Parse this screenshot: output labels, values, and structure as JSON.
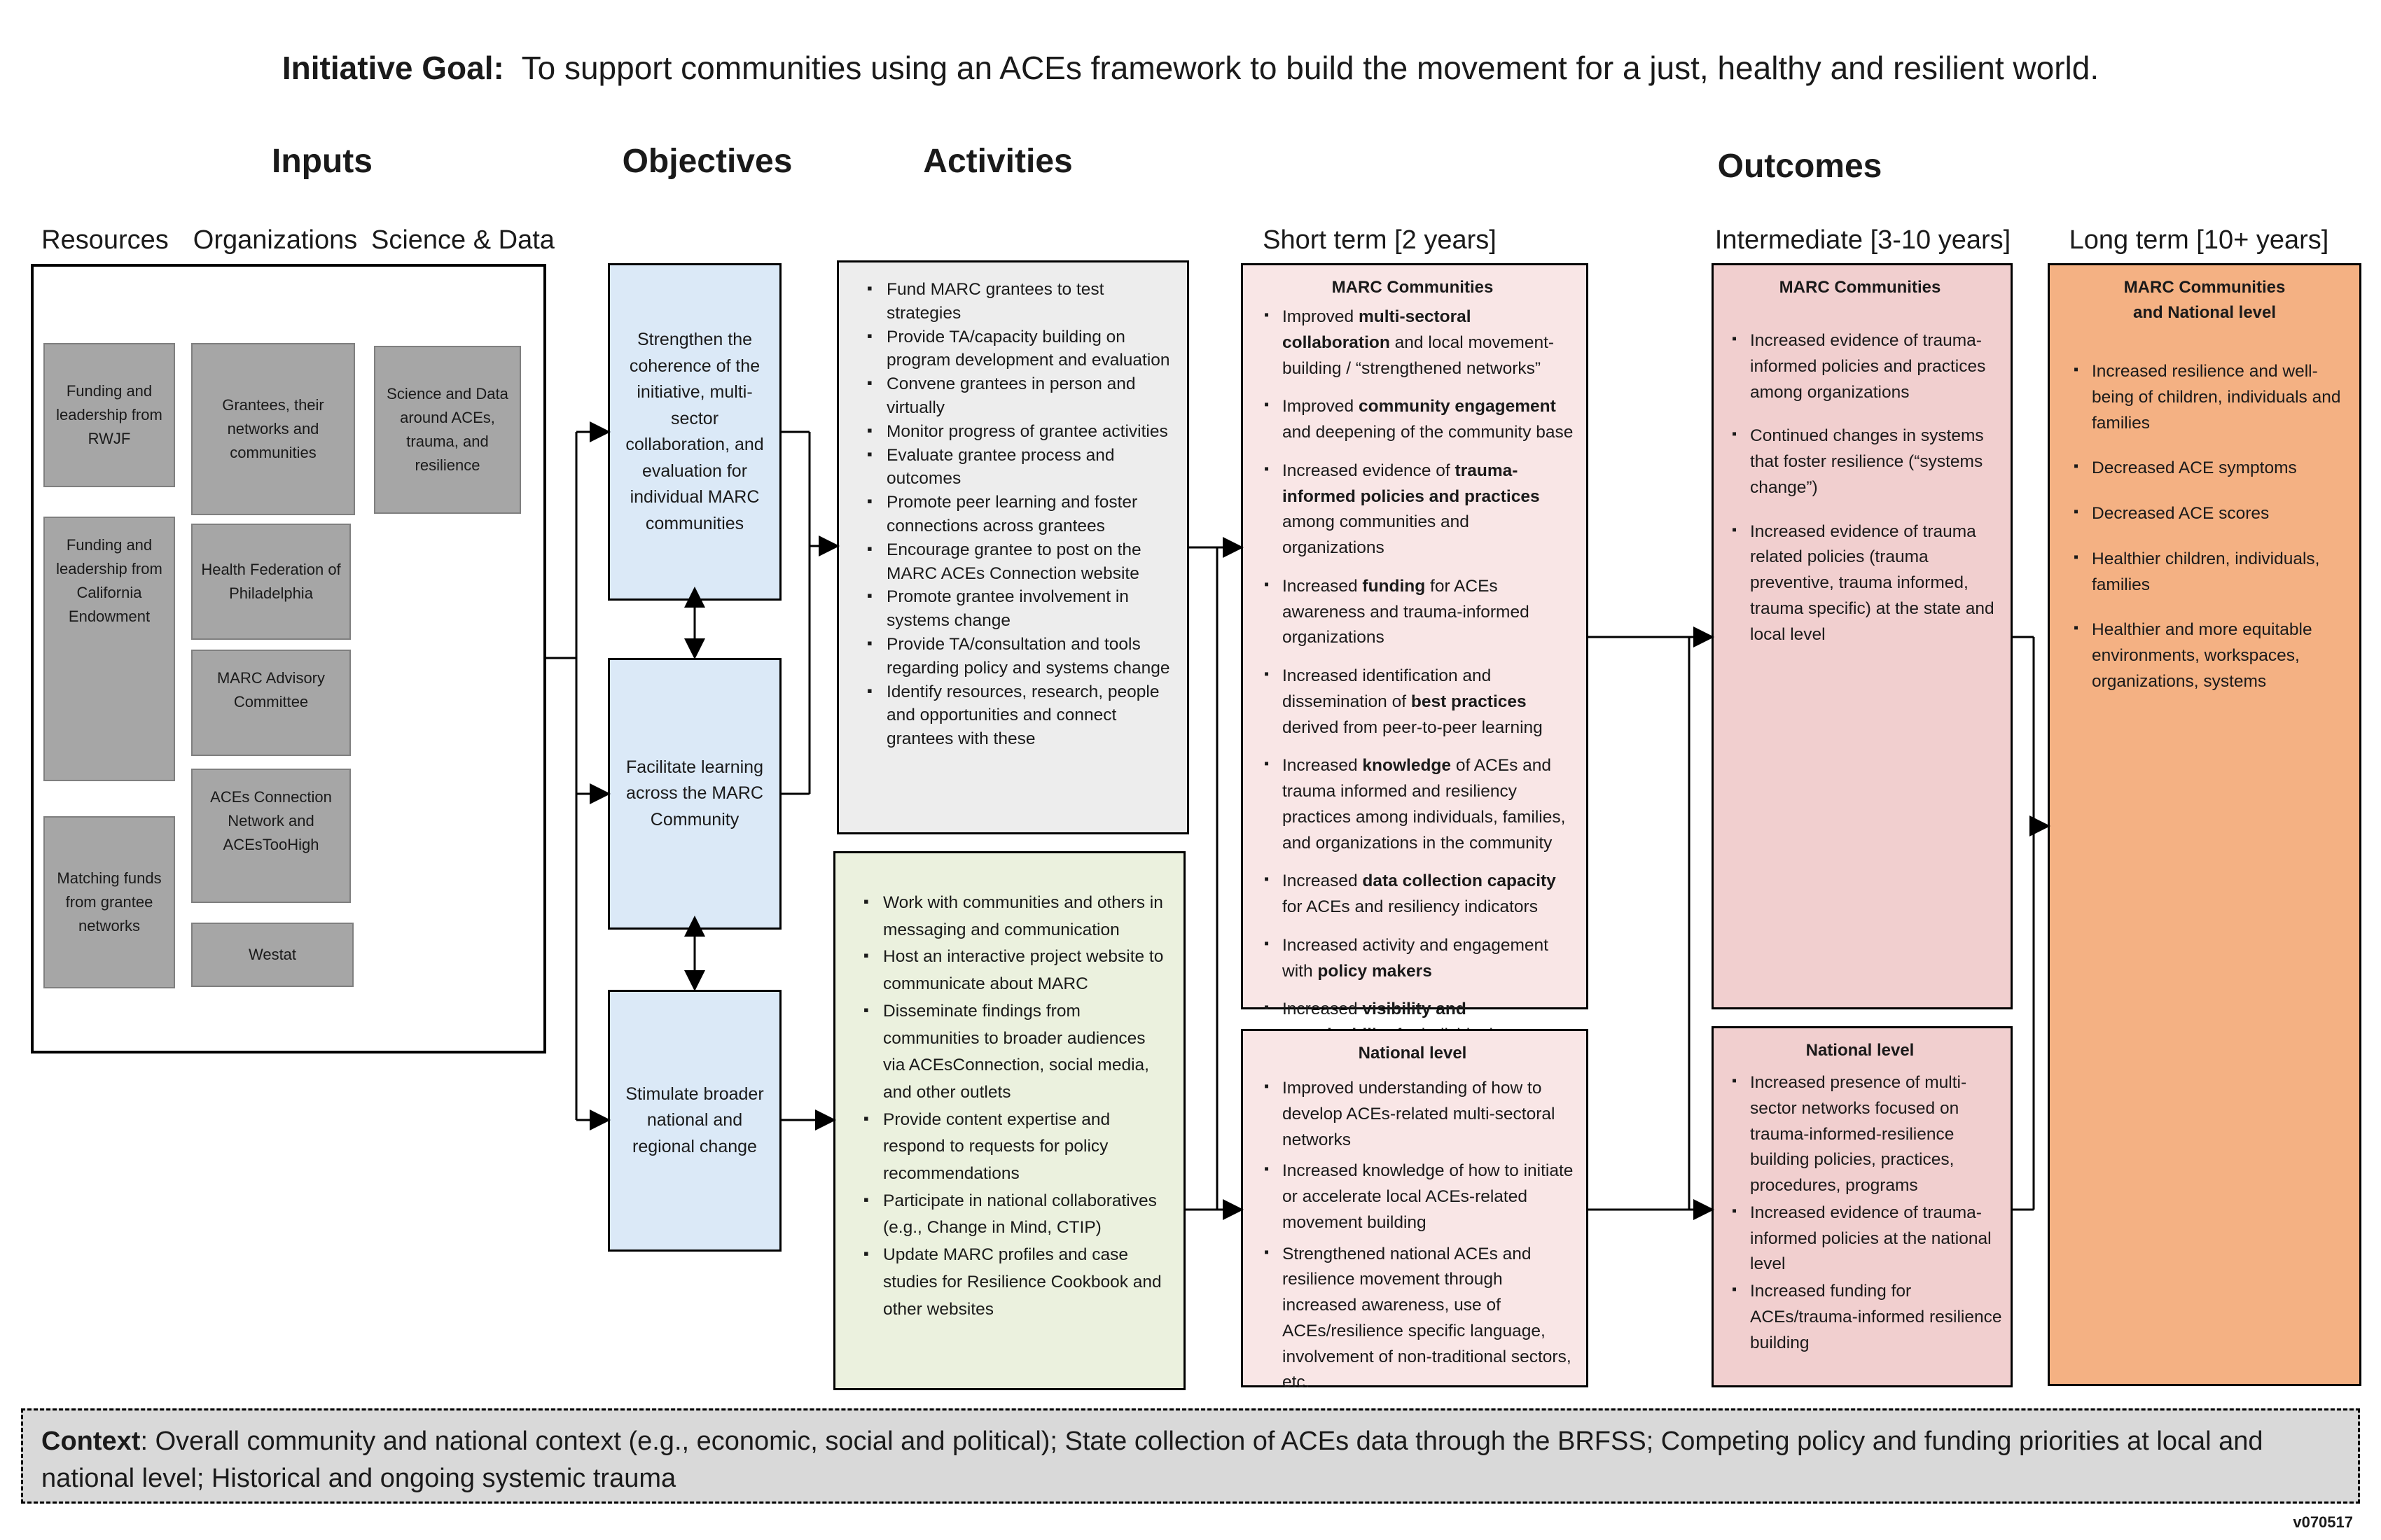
{
  "goal": {
    "label": "Initiative Goal:",
    "text": "To support communities using an ACEs framework to build the movement for a just, healthy and resilient world."
  },
  "headers": {
    "inputs": "Inputs",
    "objectives": "Objectives",
    "activities": "Activities",
    "outcomes": "Outcomes"
  },
  "input_columns": {
    "resources": "Resources",
    "organizations": "Organizations",
    "science": "Science & Data"
  },
  "resources": [
    "Funding and leadership from RWJF",
    "Funding and leadership from California Endowment",
    "Matching funds from grantee networks"
  ],
  "organizations": [
    "Grantees, their networks and communities",
    "Health Federation of Philadelphia",
    "MARC Advisory Committee",
    "ACEs Connection Network and ACEsTooHigh",
    "Westat"
  ],
  "science": [
    "Science and Data around ACEs, trauma, and resilience"
  ],
  "objectives": [
    "Strengthen the coherence of the initiative, multi-sector collaboration, and evaluation for individual MARC communities",
    "Facilitate learning across the MARC Community",
    "Stimulate broader national and regional change"
  ],
  "activities_top": [
    "Fund MARC grantees to test strategies",
    "Provide TA/capacity building on program development and evaluation",
    "Convene grantees in person and virtually",
    "Monitor progress of grantee activities",
    "Evaluate grantee  process and outcomes",
    "Promote peer learning and foster connections across grantees",
    "Encourage grantee to post on the MARC ACEs Connection website",
    "Promote grantee involvement in systems change",
    "Provide TA/consultation and tools regarding policy and systems change",
    "Identify resources, research, people and opportunities and connect grantees with these"
  ],
  "activities_bottom": [
    "Work with communities and others in messaging and communication",
    "Host an interactive project website to communicate about MARC",
    "Disseminate findings from communities to broader audiences via ACEsConnection, social media, and other outlets",
    "Provide content expertise and respond to requests for policy recommendations",
    "Participate in national collaboratives (e.g., Change in Mind, CTIP)",
    "Update MARC profiles and case studies for Resilience Cookbook and other websites"
  ],
  "outcome_columns": {
    "short": "Short term [2 years]",
    "intermediate": "Intermediate [3-10 years]",
    "long": "Long term [10+ years]"
  },
  "short_marc": {
    "title": "MARC Communities",
    "items": [
      {
        "pre": "Improved ",
        "bold": "multi-sectoral collaboration",
        "post": " and local movement-building / “strengthened networks”"
      },
      {
        "pre": "Improved ",
        "bold": "community engagement",
        "post": " and deepening of the community base"
      },
      {
        "pre": "Increased evidence of ",
        "bold": "trauma-informed policies and practices",
        "post": " among communities and organizations"
      },
      {
        "pre": "Increased ",
        "bold": "funding",
        "post": " for ACEs awareness and trauma-informed organizations"
      },
      {
        "pre": "Increased identification and dissemination of ",
        "bold": "best practices",
        "post": " derived from peer-to-peer learning"
      },
      {
        "pre": "Increased ",
        "bold": "knowledge",
        "post": " of ACEs and trauma informed and resiliency practices among individuals, families, and organizations in the community"
      },
      {
        "pre": "Increased ",
        "bold": "data collection capacity",
        "post": " for ACEs and resiliency indicators"
      },
      {
        "pre": "Increased activity and engagement with ",
        "bold": "policy makers",
        "post": ""
      },
      {
        "pre": "Increased ",
        "bold": "visibility and sustainability",
        "post": " for individual organizations and activities"
      }
    ]
  },
  "short_national": {
    "title": "National level",
    "items": [
      "Improved understanding of how to develop ACEs-related multi-sectoral networks",
      "Increased knowledge of how to initiate or accelerate local ACEs-related movement building",
      "Strengthened national ACEs and resilience movement through increased awareness, use of ACEs/resilience specific language, involvement of non-traditional sectors, etc."
    ]
  },
  "inter_marc": {
    "title": "MARC Communities",
    "items": [
      "Increased evidence of trauma-informed policies and practices among organizations",
      "Continued changes in systems that foster resilience (“systems change”)",
      "Increased evidence of trauma related policies (trauma preventive, trauma informed, trauma specific) at the state and local level"
    ]
  },
  "inter_national": {
    "title": "National level",
    "items": [
      "Increased presence of multi-sector networks focused on trauma-informed-resilience building policies, practices, procedures, programs",
      "Increased evidence of trauma-informed policies at the national level",
      "Increased funding for ACEs/trauma-informed resilience building"
    ]
  },
  "long_term": {
    "title_line1": "MARC Communities",
    "title_line2": "and National level",
    "items": [
      "Increased resilience and well-being of children, individuals and families",
      "Decreased ACE symptoms",
      "Decreased ACE scores",
      "Healthier children, individuals, families",
      "Healthier and more equitable environments, workspaces, organizations, systems"
    ]
  },
  "context": {
    "label": "Context",
    "text": ": Overall community and national context (e.g., economic, social and political); State collection of ACEs data through the BRFSS; Competing policy and funding priorities at local and national level; Historical and ongoing systemic trauma"
  },
  "version": "v070517",
  "colors": {
    "objective_fill": "#dbe9f7",
    "activity_top_fill": "#ededed",
    "activity_bottom_fill": "#ebf1de",
    "short_fill": "#f9e6e6",
    "intermediate_fill": "#f1cfcf",
    "long_fill": "#f4b183",
    "input_fill": "#a6a6a6",
    "context_fill": "#d9d9d9"
  }
}
